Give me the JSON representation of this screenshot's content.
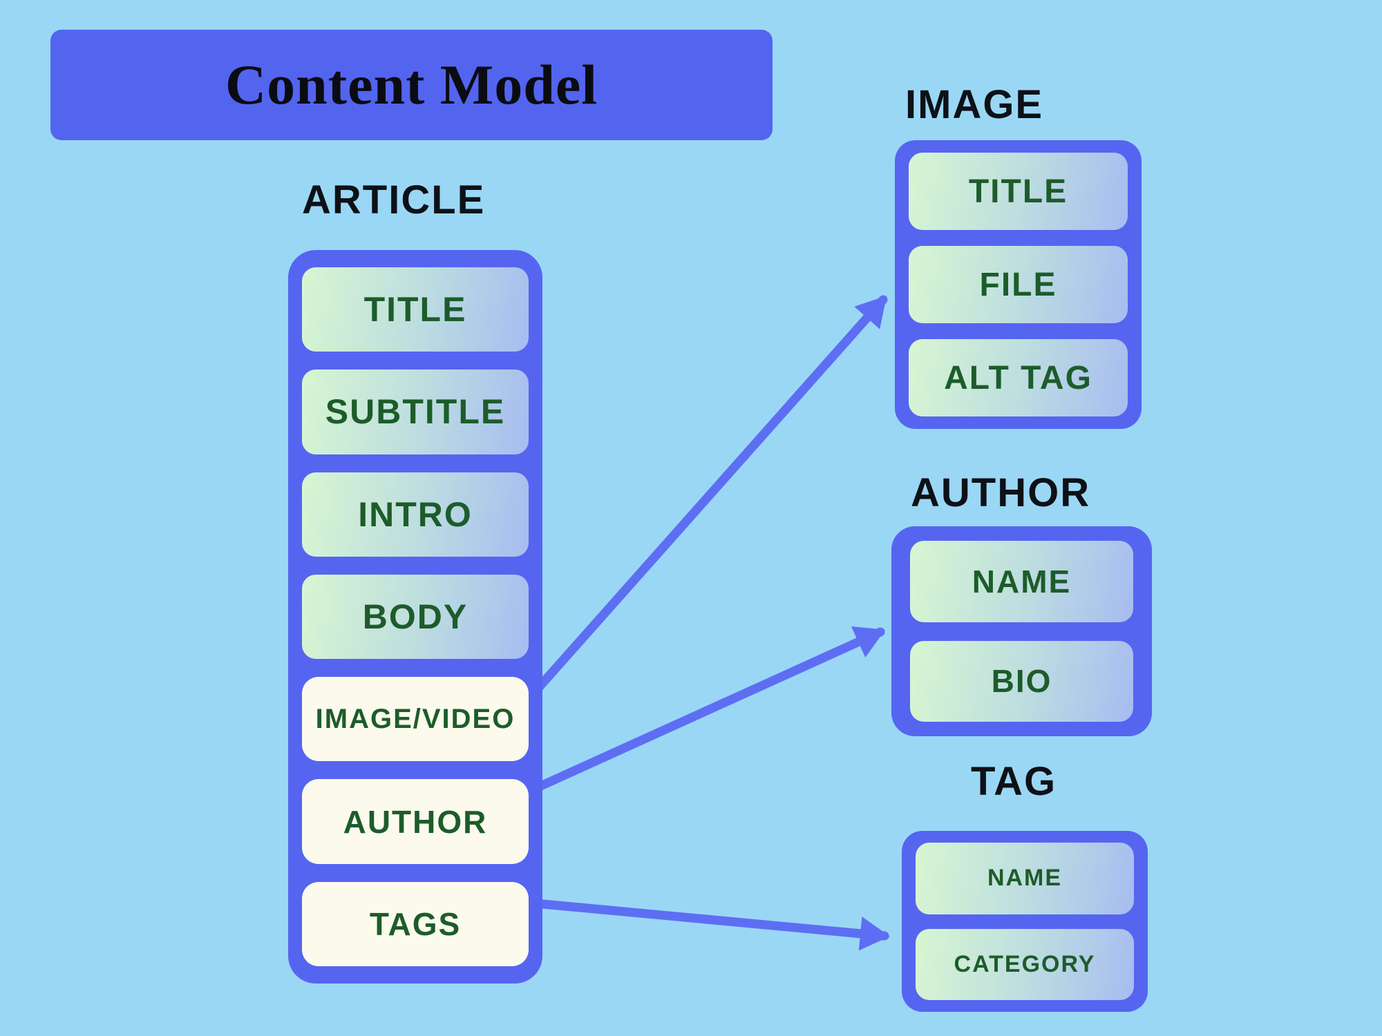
{
  "banner": {
    "title": "Content Model"
  },
  "entities": {
    "article": {
      "heading": "ARTICLE",
      "fields": {
        "title": "TITLE",
        "subtitle": "SUBTITLE",
        "intro": "INTRO",
        "body": "BODY",
        "image_video": "IMAGE/VIDEO",
        "author": "AUTHOR",
        "tags": "TAGS"
      }
    },
    "image": {
      "heading": "IMAGE",
      "fields": {
        "title": "TITLE",
        "file": "FILE",
        "alt_tag": "ALT TAG"
      }
    },
    "author": {
      "heading": "AUTHOR",
      "fields": {
        "name": "NAME",
        "bio": "BIO"
      }
    },
    "tag": {
      "heading": "TAG",
      "fields": {
        "name": "NAME",
        "category": "CATEGORY"
      }
    }
  },
  "relations": [
    {
      "from": "ARTICLE.IMAGE/VIDEO",
      "to": "IMAGE"
    },
    {
      "from": "ARTICLE.AUTHOR",
      "to": "AUTHOR"
    },
    {
      "from": "ARTICLE.TAGS",
      "to": "TAG"
    }
  ],
  "colors": {
    "canvas_background": "#9AD7F5",
    "panel_blue": "#5565F0",
    "banner_blue": "#5364EF",
    "arrow_blue": "#5E6EF3",
    "field_gradient_start": "#D8F6D1",
    "field_gradient_end": "#A7BCF1",
    "field_cream": "#FBFAED",
    "field_text_green": "#1D5C2A",
    "heading_text": "#0D1117"
  }
}
